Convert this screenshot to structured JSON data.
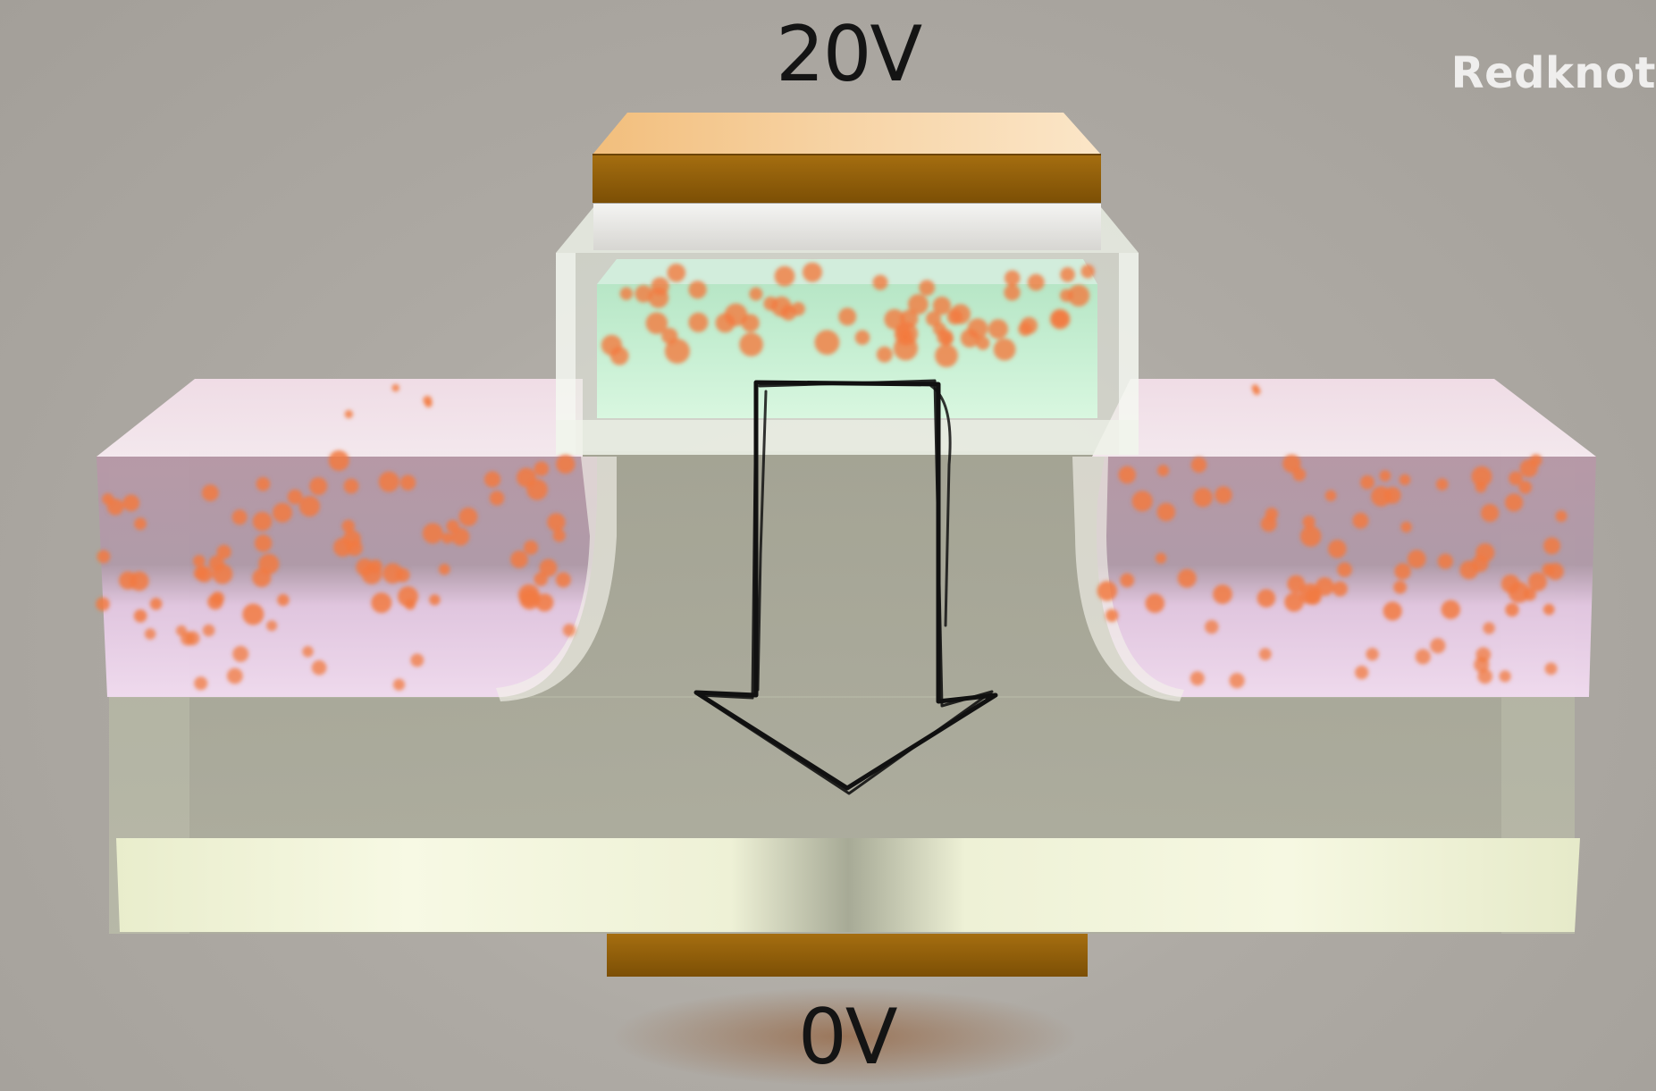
{
  "labels": {
    "gate_voltage": "20V",
    "substrate_voltage": "0V",
    "watermark": "Redknot"
  },
  "colors": {
    "background": "#aaa6a0",
    "electrode": "#8c5a06",
    "electrode_top": "#f3c98f",
    "oxide": "#f2f7ee",
    "gate_channel": "#c9f3d6",
    "n_region": "#e9c6e8",
    "substrate": "#a8a89a",
    "electron": "#f27a3f",
    "arrow_stroke": "#111111"
  },
  "icons": {
    "field_arrow": "down-arrow-icon",
    "electron": "dot"
  }
}
